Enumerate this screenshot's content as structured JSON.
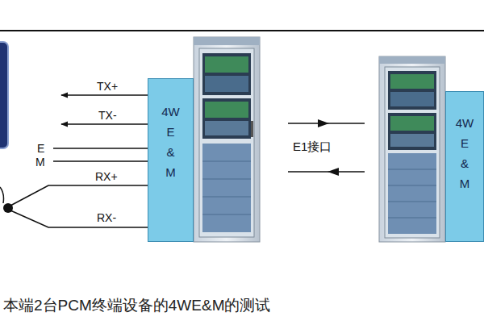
{
  "diagram": {
    "caption": "本端2台PCM终端设备的4WE&M的测试",
    "nodes": [
      {
        "text": [
          "4W E & M"
        ]
      },
      {
        "text": [
          "4W E & M"
        ]
      }
    ],
    "labels": [
      "TX+",
      "TX-",
      "E",
      "M",
      "RX+",
      "RX-",
      "E1接口"
    ]
  }
}
